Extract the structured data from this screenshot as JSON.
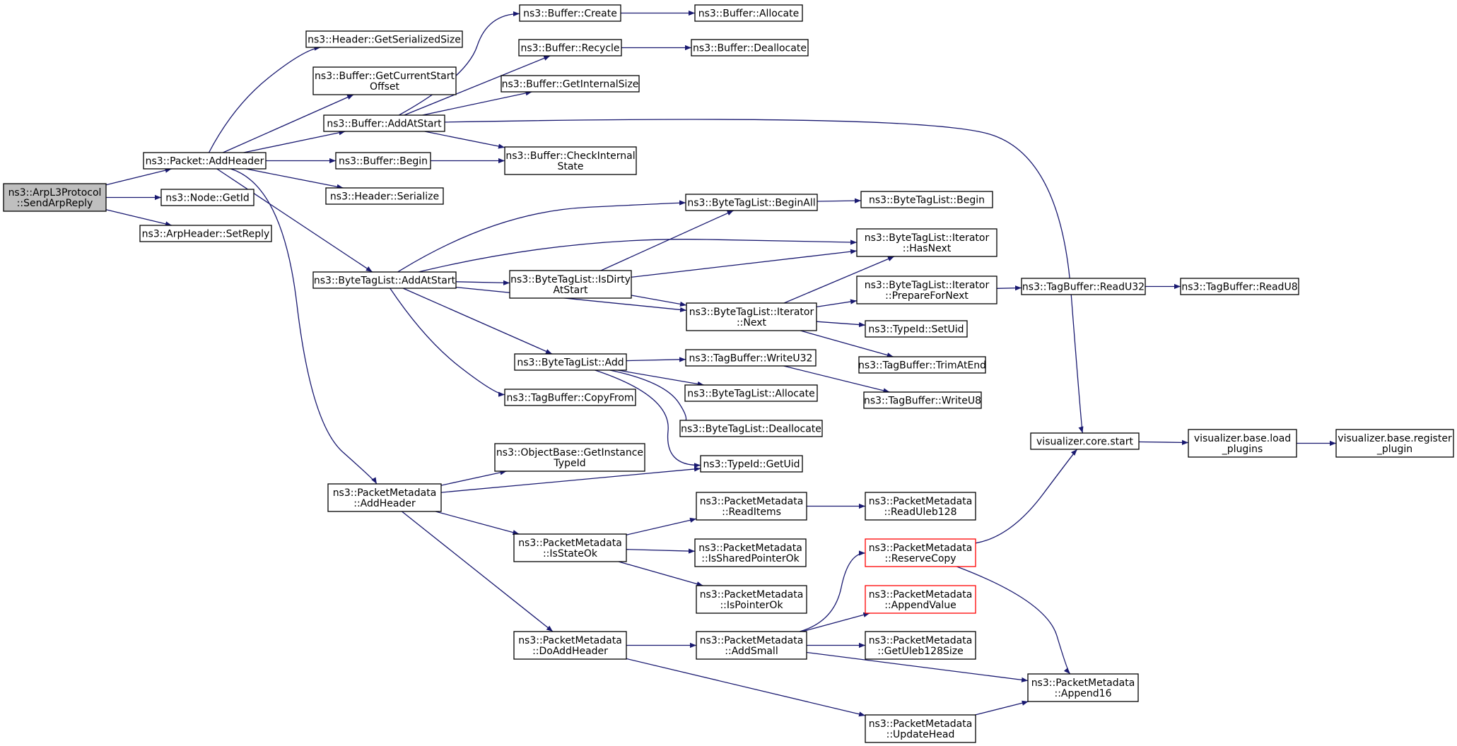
{
  "diagram": {
    "type": "call-graph",
    "nodes": [
      {
        "id": "sendArpReply",
        "lines": [
          "ns3::ArpL3Protocol",
          "::SendArpReply"
        ],
        "style": "root"
      },
      {
        "id": "packetAddHeader",
        "lines": [
          "ns3::Packet::AddHeader"
        ]
      },
      {
        "id": "nodeGetId",
        "lines": [
          "ns3::Node::GetId"
        ]
      },
      {
        "id": "arpSetReply",
        "lines": [
          "ns3::ArpHeader::SetReply"
        ]
      },
      {
        "id": "headerGetSerializedSize",
        "lines": [
          "ns3::Header::GetSerializedSize"
        ]
      },
      {
        "id": "bufferGetCurrentStartOffset",
        "lines": [
          "ns3::Buffer::GetCurrentStart",
          "Offset"
        ]
      },
      {
        "id": "bufferAddAtStart",
        "lines": [
          "ns3::Buffer::AddAtStart"
        ]
      },
      {
        "id": "bufferBegin",
        "lines": [
          "ns3::Buffer::Begin"
        ]
      },
      {
        "id": "headerSerialize",
        "lines": [
          "ns3::Header::Serialize"
        ]
      },
      {
        "id": "btlAddAtStart",
        "lines": [
          "ns3::ByteTagList::AddAtStart"
        ]
      },
      {
        "id": "pmAddHeader",
        "lines": [
          "ns3::PacketMetadata",
          "::AddHeader"
        ]
      },
      {
        "id": "bufferCreate",
        "lines": [
          "ns3::Buffer::Create"
        ]
      },
      {
        "id": "bufferRecycle",
        "lines": [
          "ns3::Buffer::Recycle"
        ]
      },
      {
        "id": "bufferGetInternalSize",
        "lines": [
          "ns3::Buffer::GetInternalSize"
        ]
      },
      {
        "id": "bufferCheckInternalState",
        "lines": [
          "ns3::Buffer::CheckInternal",
          "State"
        ]
      },
      {
        "id": "bufferAllocate",
        "lines": [
          "ns3::Buffer::Allocate"
        ]
      },
      {
        "id": "bufferDeallocate",
        "lines": [
          "ns3::Buffer::Deallocate"
        ]
      },
      {
        "id": "btlIsDirtyAtStart",
        "lines": [
          "ns3::ByteTagList::IsDirty",
          "AtStart"
        ]
      },
      {
        "id": "btlAdd",
        "lines": [
          "ns3::ByteTagList::Add"
        ]
      },
      {
        "id": "tbCopyFrom",
        "lines": [
          "ns3::TagBuffer::CopyFrom"
        ]
      },
      {
        "id": "btlBeginAll",
        "lines": [
          "ns3::ByteTagList::BeginAll"
        ]
      },
      {
        "id": "btlIterNext",
        "lines": [
          "ns3::ByteTagList::Iterator",
          "::Next"
        ]
      },
      {
        "id": "tbWriteU32",
        "lines": [
          "ns3::TagBuffer::WriteU32"
        ]
      },
      {
        "id": "btlAllocate",
        "lines": [
          "ns3::ByteTagList::Allocate"
        ]
      },
      {
        "id": "btlDeallocate",
        "lines": [
          "ns3::ByteTagList::Deallocate"
        ]
      },
      {
        "id": "typeIdGetUid",
        "lines": [
          "ns3::TypeId::GetUid"
        ]
      },
      {
        "id": "btlBegin",
        "lines": [
          "ns3::ByteTagList::Begin"
        ]
      },
      {
        "id": "btlIterHasNext",
        "lines": [
          "ns3::ByteTagList::Iterator",
          "::HasNext"
        ]
      },
      {
        "id": "btlIterPrepareForNext",
        "lines": [
          "ns3::ByteTagList::Iterator",
          "::PrepareForNext"
        ]
      },
      {
        "id": "typeIdSetUid",
        "lines": [
          "ns3::TypeId::SetUid"
        ]
      },
      {
        "id": "tbTrimAtEnd",
        "lines": [
          "ns3::TagBuffer::TrimAtEnd"
        ]
      },
      {
        "id": "tbWriteU8",
        "lines": [
          "ns3::TagBuffer::WriteU8"
        ]
      },
      {
        "id": "tbReadU32",
        "lines": [
          "ns3::TagBuffer::ReadU32"
        ]
      },
      {
        "id": "tbReadU8",
        "lines": [
          "ns3::TagBuffer::ReadU8"
        ]
      },
      {
        "id": "objGetInstanceTypeId",
        "lines": [
          "ns3::ObjectBase::GetInstance",
          "TypeId"
        ]
      },
      {
        "id": "pmIsStateOk",
        "lines": [
          "ns3::PacketMetadata",
          "::IsStateOk"
        ]
      },
      {
        "id": "pmDoAddHeader",
        "lines": [
          "ns3::PacketMetadata",
          "::DoAddHeader"
        ]
      },
      {
        "id": "pmReadItems",
        "lines": [
          "ns3::PacketMetadata",
          "::ReadItems"
        ]
      },
      {
        "id": "pmIsSharedPointerOk",
        "lines": [
          "ns3::PacketMetadata",
          "::IsSharedPointerOk"
        ]
      },
      {
        "id": "pmIsPointerOk",
        "lines": [
          "ns3::PacketMetadata",
          "::IsPointerOk"
        ]
      },
      {
        "id": "pmAddSmall",
        "lines": [
          "ns3::PacketMetadata",
          "::AddSmall"
        ]
      },
      {
        "id": "pmReadUleb128",
        "lines": [
          "ns3::PacketMetadata",
          "::ReadUleb128"
        ]
      },
      {
        "id": "pmReserveCopy",
        "lines": [
          "ns3::PacketMetadata",
          "::ReserveCopy"
        ],
        "style": "red"
      },
      {
        "id": "pmAppendValue",
        "lines": [
          "ns3::PacketMetadata",
          "::AppendValue"
        ],
        "style": "red"
      },
      {
        "id": "pmGetUleb128Size",
        "lines": [
          "ns3::PacketMetadata",
          "::GetUleb128Size"
        ]
      },
      {
        "id": "pmUpdateHead",
        "lines": [
          "ns3::PacketMetadata",
          "::UpdateHead"
        ]
      },
      {
        "id": "pmAppend16",
        "lines": [
          "ns3::PacketMetadata",
          "::Append16"
        ]
      },
      {
        "id": "vizCoreStart",
        "lines": [
          "visualizer.core.start"
        ]
      },
      {
        "id": "vizLoadPlugins",
        "lines": [
          "visualizer.base.load",
          "_plugins"
        ]
      },
      {
        "id": "vizRegisterPlugin",
        "lines": [
          "visualizer.base.register",
          "_plugin"
        ]
      }
    ],
    "edges": [
      [
        "sendArpReply",
        "packetAddHeader"
      ],
      [
        "sendArpReply",
        "nodeGetId"
      ],
      [
        "sendArpReply",
        "arpSetReply"
      ],
      [
        "packetAddHeader",
        "headerGetSerializedSize"
      ],
      [
        "packetAddHeader",
        "bufferGetCurrentStartOffset"
      ],
      [
        "packetAddHeader",
        "bufferAddAtStart"
      ],
      [
        "packetAddHeader",
        "bufferBegin"
      ],
      [
        "packetAddHeader",
        "headerSerialize"
      ],
      [
        "packetAddHeader",
        "btlAddAtStart"
      ],
      [
        "packetAddHeader",
        "pmAddHeader"
      ],
      [
        "bufferAddAtStart",
        "bufferCreate"
      ],
      [
        "bufferAddAtStart",
        "bufferRecycle"
      ],
      [
        "bufferAddAtStart",
        "bufferGetInternalSize"
      ],
      [
        "bufferAddAtStart",
        "bufferCheckInternalState"
      ],
      [
        "bufferAddAtStart",
        "vizCoreStart"
      ],
      [
        "bufferBegin",
        "bufferCheckInternalState"
      ],
      [
        "bufferCreate",
        "bufferAllocate"
      ],
      [
        "bufferRecycle",
        "bufferDeallocate"
      ],
      [
        "btlAddAtStart",
        "btlBeginAll"
      ],
      [
        "btlAddAtStart",
        "btlIterHasNext"
      ],
      [
        "btlAddAtStart",
        "btlIsDirtyAtStart"
      ],
      [
        "btlAddAtStart",
        "btlIterNext"
      ],
      [
        "btlAddAtStart",
        "btlAdd"
      ],
      [
        "btlAddAtStart",
        "tbCopyFrom"
      ],
      [
        "btlIsDirtyAtStart",
        "btlBeginAll"
      ],
      [
        "btlIsDirtyAtStart",
        "btlIterHasNext"
      ],
      [
        "btlIsDirtyAtStart",
        "btlIterNext"
      ],
      [
        "btlBeginAll",
        "btlBegin"
      ],
      [
        "btlIterNext",
        "btlIterHasNext"
      ],
      [
        "btlIterNext",
        "btlIterPrepareForNext"
      ],
      [
        "btlIterNext",
        "typeIdSetUid"
      ],
      [
        "btlIterNext",
        "tbTrimAtEnd"
      ],
      [
        "btlIterPrepareForNext",
        "tbReadU32"
      ],
      [
        "tbReadU32",
        "tbReadU8"
      ],
      [
        "btlAdd",
        "tbWriteU32"
      ],
      [
        "btlAdd",
        "btlAllocate"
      ],
      [
        "btlAdd",
        "btlDeallocate"
      ],
      [
        "btlAdd",
        "typeIdGetUid"
      ],
      [
        "tbWriteU32",
        "tbWriteU8"
      ],
      [
        "pmAddHeader",
        "objGetInstanceTypeId"
      ],
      [
        "pmAddHeader",
        "typeIdGetUid"
      ],
      [
        "pmAddHeader",
        "pmIsStateOk"
      ],
      [
        "pmAddHeader",
        "pmDoAddHeader"
      ],
      [
        "pmIsStateOk",
        "pmReadItems"
      ],
      [
        "pmIsStateOk",
        "pmIsSharedPointerOk"
      ],
      [
        "pmIsStateOk",
        "pmIsPointerOk"
      ],
      [
        "pmReadItems",
        "pmReadUleb128"
      ],
      [
        "pmDoAddHeader",
        "pmAddSmall"
      ],
      [
        "pmDoAddHeader",
        "pmUpdateHead"
      ],
      [
        "pmAddSmall",
        "pmReserveCopy"
      ],
      [
        "pmAddSmall",
        "pmAppendValue"
      ],
      [
        "pmAddSmall",
        "pmGetUleb128Size"
      ],
      [
        "pmAddSmall",
        "pmAppend16"
      ],
      [
        "pmReserveCopy",
        "vizCoreStart"
      ],
      [
        "pmReserveCopy",
        "pmAppend16"
      ],
      [
        "pmUpdateHead",
        "pmAppend16"
      ],
      [
        "vizCoreStart",
        "vizLoadPlugins"
      ],
      [
        "vizLoadPlugins",
        "vizRegisterPlugin"
      ]
    ],
    "colors": {
      "edge": "#191970",
      "root_fill": "#bfbfbf",
      "node_border": "#000000",
      "highlight_border": "#ff0000"
    }
  }
}
